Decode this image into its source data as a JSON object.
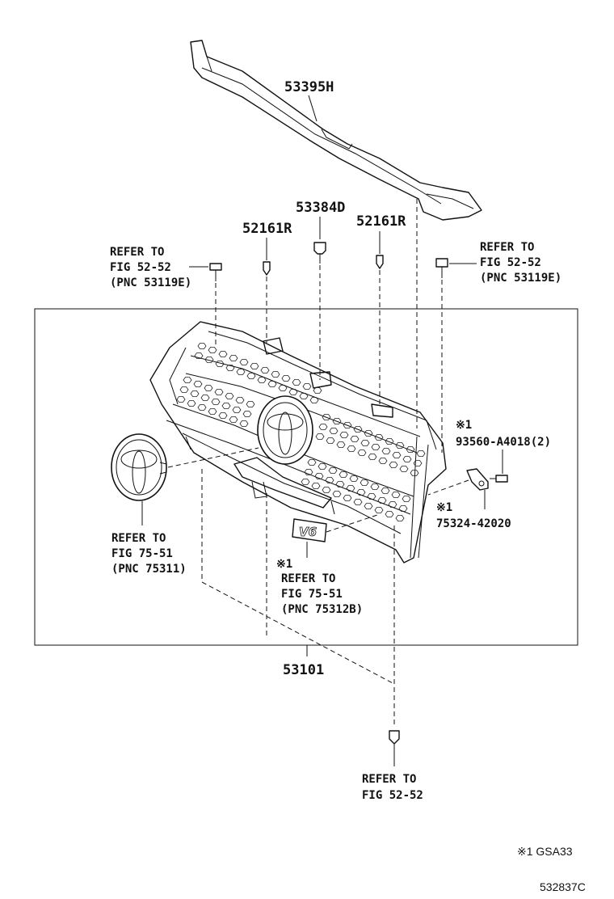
{
  "labels": {
    "seal": "53395H",
    "clip_center": "53384D",
    "clip_left": "52161R",
    "clip_right": "52161R",
    "refer_left": [
      "REFER TO",
      "FIG 52-52",
      "(PNC 53119E)"
    ],
    "refer_right": [
      "REFER TO",
      "FIG 52-52",
      "(PNC 53119E)"
    ],
    "screw_mark": "※1",
    "screw": "93560-A4018(2)",
    "bracket_mark": "※1",
    "bracket": "75324-42020",
    "emblem_refer": [
      "REFER TO",
      "FIG 75-51",
      "(PNC 75311)"
    ],
    "v6_mark": "※1",
    "v6_refer": [
      "REFER TO",
      "FIG 75-51",
      "(PNC 75312B)"
    ],
    "grille": "53101",
    "bottom_refer": [
      "REFER TO",
      "FIG 52-52"
    ],
    "emblem_text": "V6"
  },
  "footnote": "※1 GSA33",
  "diagram_id": "532837C"
}
